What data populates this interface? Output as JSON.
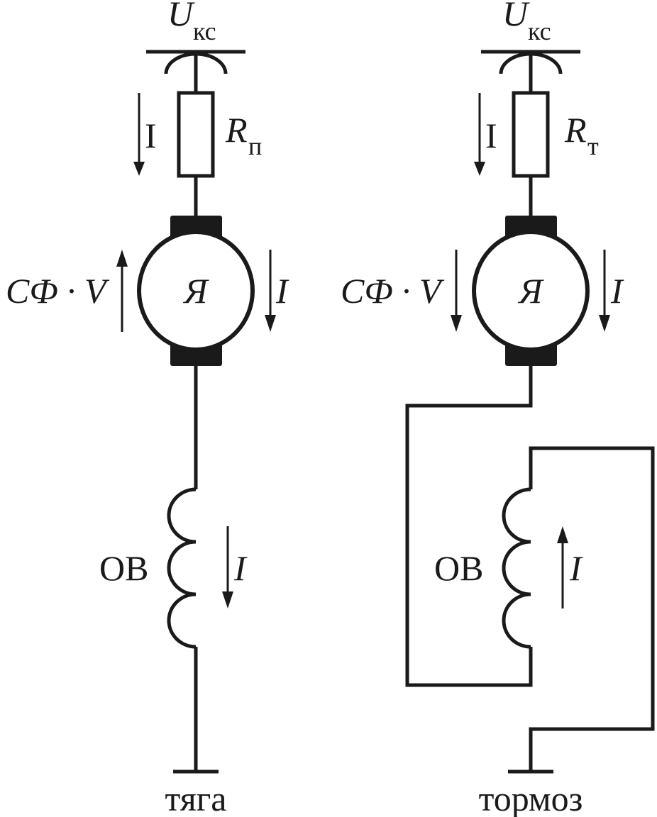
{
  "colors": {
    "ink": "#1a1a1a",
    "background": "#ffffff"
  },
  "traction": {
    "supply_symbol": "U",
    "supply_sub": "кс",
    "current_label": "I",
    "resistor_symbol": "R",
    "resistor_sub": "п",
    "emf_label": "CФ · V",
    "armature_label": "Я",
    "armature_current": "I",
    "field_label": "ОВ",
    "field_current": "I",
    "mode_label": "тяга"
  },
  "braking": {
    "supply_symbol": "U",
    "supply_sub": "кс",
    "current_label": "I",
    "resistor_symbol": "R",
    "resistor_sub": "т",
    "emf_label": "CФ · V",
    "armature_label": "Я",
    "armature_current": "I",
    "field_label": "ОВ",
    "field_current": "I",
    "mode_label": "тормоз"
  }
}
